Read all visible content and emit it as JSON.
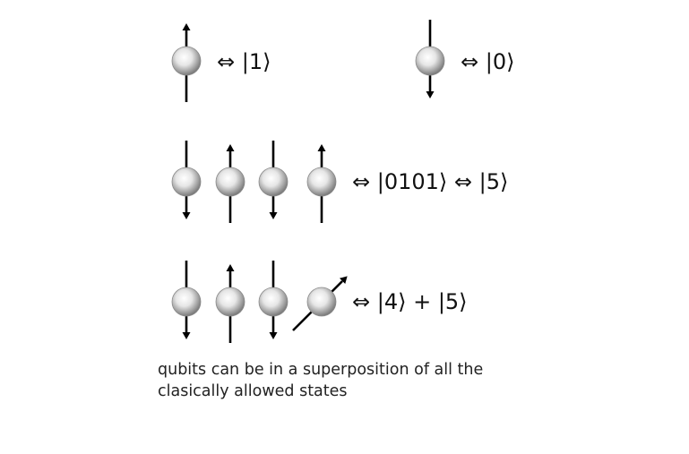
{
  "rows": [
    {
      "spins": [
        {
          "direction": "up"
        }
      ],
      "label": "⇔ |1⟩"
    },
    {
      "spins": [
        {
          "direction": "down"
        }
      ],
      "label": "⇔ |0⟩"
    },
    {
      "spins": [
        {
          "direction": "down"
        },
        {
          "direction": "up"
        },
        {
          "direction": "down"
        },
        {
          "direction": "up"
        }
      ],
      "label": "⇔ |0101⟩ ⇔ |5⟩"
    },
    {
      "spins": [
        {
          "direction": "down"
        },
        {
          "direction": "up"
        },
        {
          "direction": "down"
        },
        {
          "direction": "diagonal"
        }
      ],
      "label": "⇔ |4⟩ + |5⟩"
    }
  ],
  "caption": {
    "line1": "qubits can be in a superposition of all the",
    "line2": "clasically allowed states"
  },
  "colors": {
    "arrow": "#000000",
    "sphere_highlight": "#ffffff",
    "sphere_shadow": "#7a7a7a",
    "text": "#111111"
  }
}
